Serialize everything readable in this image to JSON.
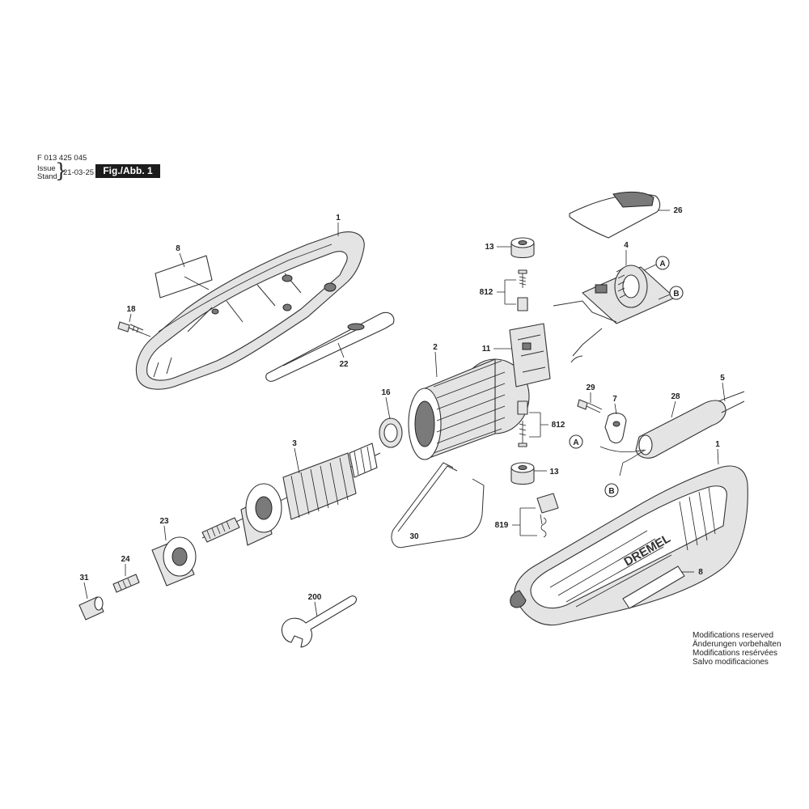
{
  "header": {
    "part_number": "F 013 425 045",
    "issue_label": "Issue",
    "stand_label": "Stand",
    "date": "21-03-25",
    "figure": "Fig./Abb. 1"
  },
  "notes": [
    "Modifications reserved",
    "Änderungen vorbehalten",
    "Modifications resérvées",
    "Salvo modificaciones"
  ],
  "brand": "DREMEL",
  "callouts": {
    "housing_left": "1",
    "label_left": "8",
    "screw_18": "18",
    "switch_slider": "22",
    "stator": "2",
    "ball_bearing_16": "16",
    "armature": "3",
    "bearing_23": "23",
    "collet": "24",
    "collet_nut": "31",
    "wrench": "200",
    "hanger": "30",
    "bush_top": "13",
    "brush_top": "812",
    "brush_holder": "11",
    "brush_bottom": "812",
    "bush_bottom": "13",
    "lock_button": "819",
    "switch_cover": "26",
    "electronics": "4",
    "marker_a": "A",
    "marker_b": "B",
    "screw_29": "29",
    "cable_clamp": "7",
    "cord_sleeve": "28",
    "power_cord": "5",
    "marker_a2": "A",
    "marker_b2": "B",
    "housing_right": "1",
    "label_right": "8"
  }
}
